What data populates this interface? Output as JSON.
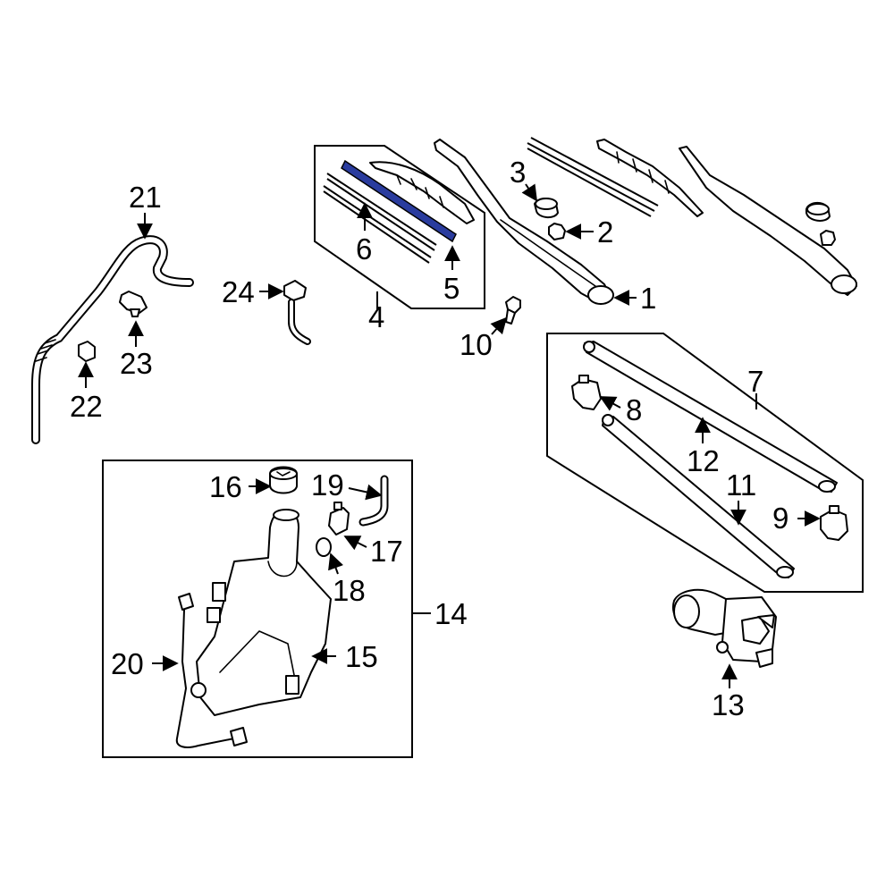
{
  "highlight_color": "#2a3c9e",
  "callouts": {
    "c1": "1",
    "c2": "2",
    "c3": "3",
    "c4": "4",
    "c5": "5",
    "c6": "6",
    "c7": "7",
    "c8": "8",
    "c9": "9",
    "c10": "10",
    "c11": "11",
    "c12": "12",
    "c13": "13",
    "c14": "14",
    "c15": "15",
    "c16": "16",
    "c17": "17",
    "c18": "18",
    "c19": "19",
    "c20": "20",
    "c21": "21",
    "c22": "22",
    "c23": "23",
    "c24": "24"
  }
}
